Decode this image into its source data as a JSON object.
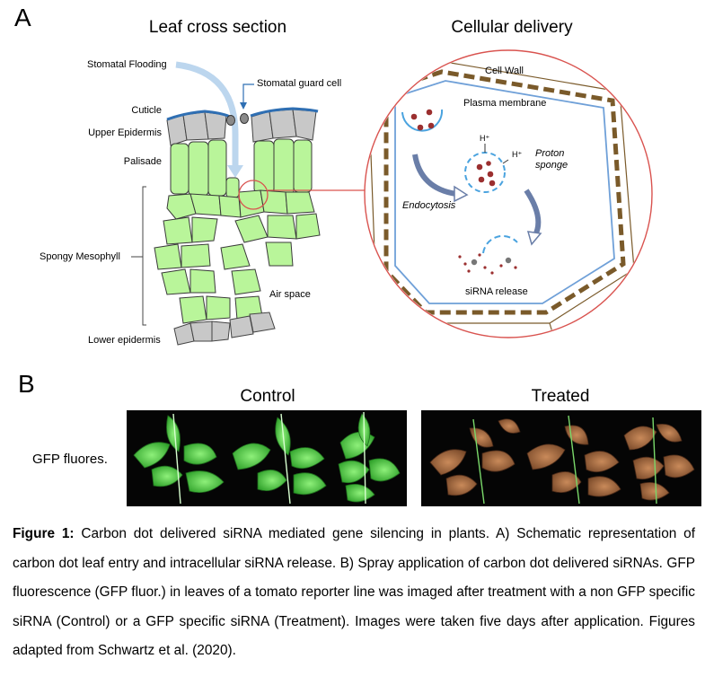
{
  "panel_a": {
    "letter": "A",
    "left_title": "Leaf cross section",
    "right_title": "Cellular delivery",
    "labels": {
      "stomatal_flooding": "Stomatal Flooding",
      "stomatal_guard_cell": "Stomatal guard cell",
      "cuticle": "Cuticle",
      "upper_epidermis": "Upper Epidermis",
      "palisade": "Palisade",
      "spongy_mesophyll": "Spongy Mesophyll",
      "air_space": "Air space",
      "lower_epidermis": "Lower epidermis",
      "cell_wall": "Cell Wall",
      "plasma_membrane": "Plasma membrane",
      "h_plus_1": "H⁺",
      "h_plus_2": "H⁺",
      "proton_sponge": "Proton sponge",
      "endocytosis": "Endocytosis",
      "sirna_release": "siRNA release"
    }
  },
  "panel_b": {
    "letter": "B",
    "control_title": "Control",
    "treated_title": "Treated",
    "row_label": "GFP fluores."
  },
  "caption": {
    "bold_prefix": "Figure 1:",
    "text": " Carbon dot delivered siRNA mediated gene silencing in plants. A) Schematic representation of carbon dot leaf entry and intracellular siRNA release. B) Spray application of carbon dot delivered siRNAs. GFP fluorescence (GFP fluor.) in leaves of a tomato reporter line was imaged after treatment with a non GFP specific siRNA (Control) or a GFP specific siRNA (Treatment). Images were taken five days after application. Figures adapted from Schwartz et al. (2020)."
  },
  "colors": {
    "cell_green": "#b9f59a",
    "cell_outline": "#3a3a3a",
    "epidermis_gray": "#c8c8c8",
    "cuticle_blue": "#2f6fb3",
    "arrow_lightblue": "#bcd6ee",
    "circle_red": "#d9534f",
    "membrane_blue": "#6fa0d8",
    "wall_brown": "#7a5a2a",
    "particle_red": "#9b2f2f"
  }
}
